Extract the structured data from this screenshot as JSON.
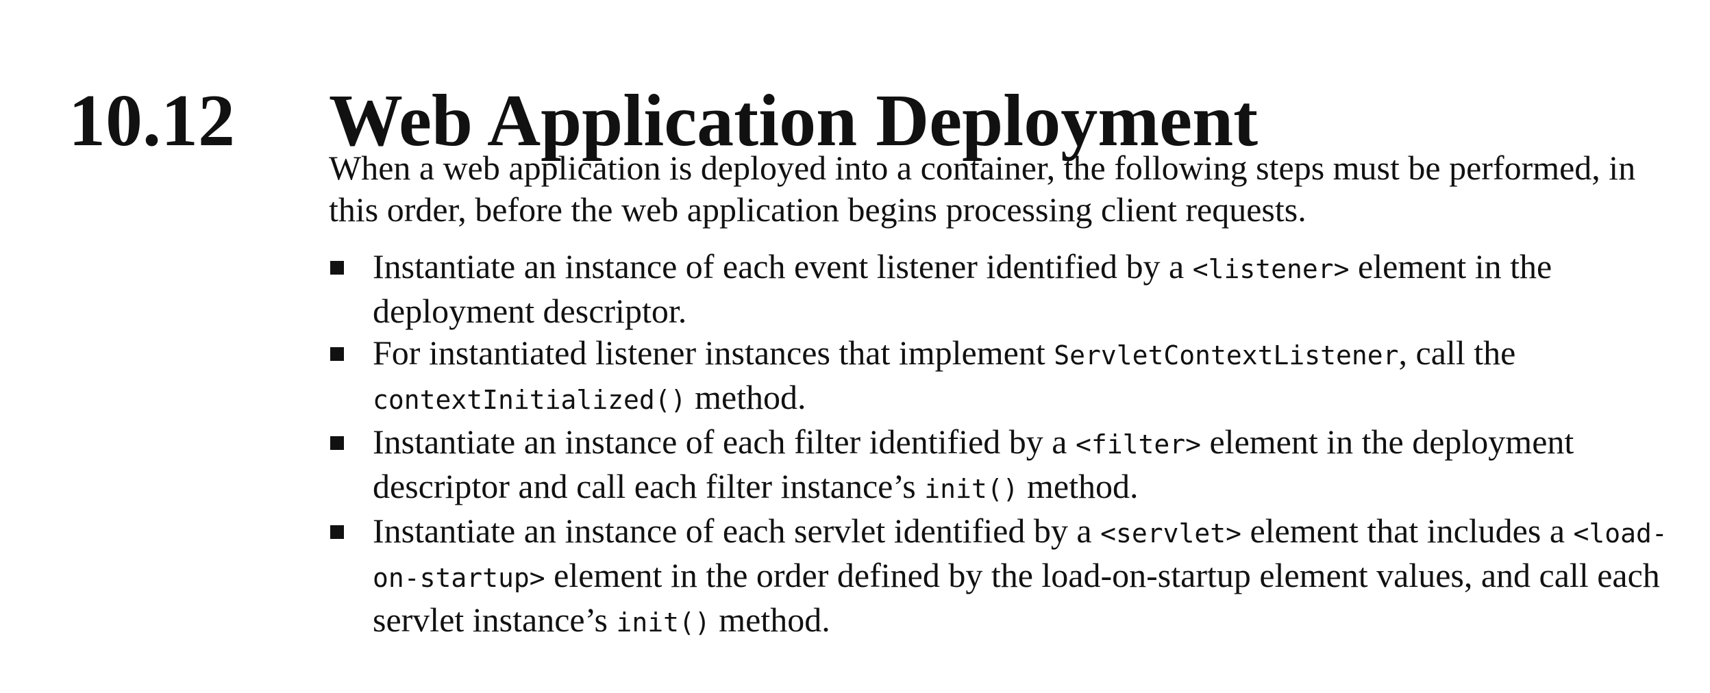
{
  "section": {
    "number": "10.12",
    "title": "Web Application Deployment"
  },
  "intro": "When a web application is deployed into a container, the following steps must be performed, in this order, before the web application begins processing client requests.",
  "bullets": [
    {
      "t1": "Instantiate an instance of each event listener identified by a ",
      "c1": "<listener>",
      "t2": " element in the deployment descriptor."
    },
    {
      "t1": "For instantiated listener instances that implement ",
      "c1": "ServletContextListener",
      "t2": ", call the ",
      "c2": "contextInitialized()",
      "t3": " method."
    },
    {
      "t1": "Instantiate an instance of each filter identified by a ",
      "c1": "<filter>",
      "t2": " element in the deployment descriptor and call each filter instance’s ",
      "c2": "init()",
      "t3": " method."
    },
    {
      "t1": "Instantiate an instance of each servlet identified by a ",
      "c1": "<servlet>",
      "t2": " element that includes a ",
      "c2": "<load-on-startup>",
      "t3": " element in the order defined by the load-on-startup element values, and call each servlet instance’s ",
      "c3": "init()",
      "t4": " method."
    }
  ]
}
